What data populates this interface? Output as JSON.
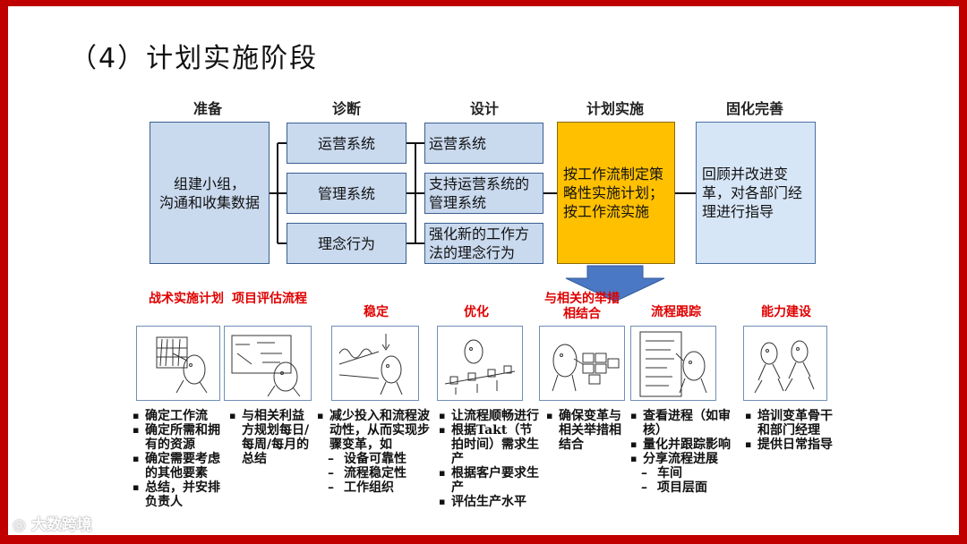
{
  "title": "（4）计划实施阶段",
  "stages": [
    "准备",
    "诊断",
    "设计",
    "计划实施",
    "固化完善"
  ],
  "prepare_box": "组建小组，\n沟通和收集数据",
  "diagnosis": [
    "运营系统",
    "管理系统",
    "理念行为"
  ],
  "design": [
    "运营系统",
    "支持运营系统的管理系统",
    "强化新的工作方法的理念行为"
  ],
  "plan_box": "按工作流制定策略性实施计划；按工作流实施",
  "fix_box": "回顾并改进变革，对各部门经理进行指导",
  "sub_titles": [
    "战术实施计划",
    "项目评估流程",
    "稳定",
    "优化",
    "与相关的举措相结合",
    "流程跟踪",
    "能力建设"
  ],
  "columns": [
    [
      {
        "text": "确定工作流",
        "level": 1
      },
      {
        "text": "确定所需和拥有的资源",
        "level": 1
      },
      {
        "text": "确定需要考虑的其他要素",
        "level": 1
      },
      {
        "text": "总结，并安排负责人",
        "level": 1
      }
    ],
    [
      {
        "text": "与相关利益方规划每日/每周/每月的总结",
        "level": 1
      }
    ],
    [
      {
        "text": "减少投入和流程波动性，从而实现步骤变革，如",
        "level": 1
      },
      {
        "text": "设备可靠性",
        "level": 2
      },
      {
        "text": "流程稳定性",
        "level": 2
      },
      {
        "text": "工作组织",
        "level": 2
      }
    ],
    [
      {
        "text": "让流程顺畅进行",
        "level": 1
      },
      {
        "text": "根据Takt（节拍时间）需求生产",
        "level": 1
      },
      {
        "text": "根据客户要求生产",
        "level": 1
      },
      {
        "text": "评估生产水平",
        "level": 1
      }
    ],
    [
      {
        "text": "确保变革与相关举措相结合",
        "level": 1
      }
    ],
    [
      {
        "text": "查看进程（如审核）",
        "level": 1
      },
      {
        "text": "量化并跟踪影响",
        "level": 1
      },
      {
        "text": "分享流程进展",
        "level": 1
      },
      {
        "text": "车间",
        "level": 2
      },
      {
        "text": "项目层面",
        "level": 2
      }
    ],
    [
      {
        "text": "培训变革骨干和部门经理",
        "level": 1
      },
      {
        "text": "提供日常指导",
        "level": 1
      }
    ]
  ],
  "watermark": "大数跨境",
  "colors": {
    "frame": "#c00000",
    "box_blue": "#c9d9ee",
    "plan": "#ffc000",
    "arrow": "#4a78c4",
    "sub_title": "#e00000"
  }
}
